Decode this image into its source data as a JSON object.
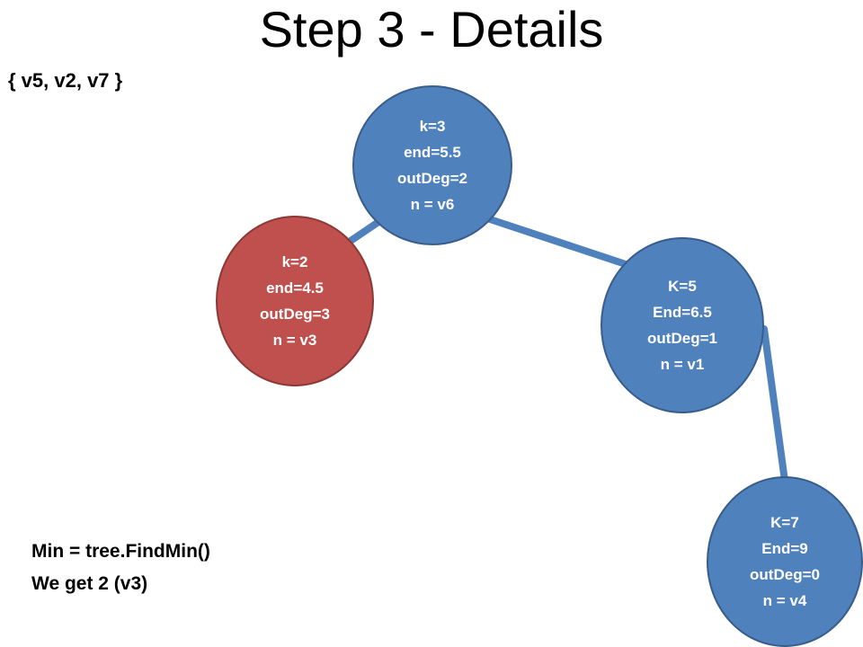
{
  "title": "Step 3 - Details",
  "set_label": "{ v5, v2, v7 }",
  "notes": {
    "line1": "Min = tree.FindMin()",
    "line2": "We get 2 (v3)"
  },
  "colors": {
    "node_blue": "#4f81bd",
    "node_red": "#c0504d",
    "edge": "#4f81bd"
  },
  "nodes": {
    "v6": {
      "k": "k=3",
      "end": "end=5.5",
      "outdeg": "outDeg=2",
      "n": "n = v6"
    },
    "v3": {
      "k": "k=2",
      "end": "end=4.5",
      "outdeg": "outDeg=3",
      "n": "n = v3"
    },
    "v1": {
      "k": "K=5",
      "end": "End=6.5",
      "outdeg": "outDeg=1",
      "n": "n = v1"
    },
    "v4": {
      "k": "K=7",
      "end": "End=9",
      "outdeg": "outDeg=0",
      "n": "n = v4"
    }
  }
}
